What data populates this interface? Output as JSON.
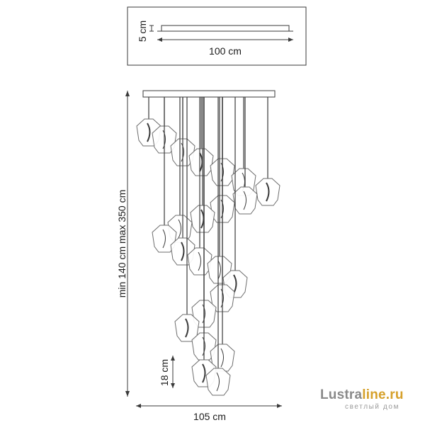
{
  "dimensions": {
    "canopy_height": "5 cm",
    "canopy_length": "100 cm",
    "total_height": "min 140 cm max 350 cm",
    "shade_height": "18 cm",
    "total_width": "105 cm"
  },
  "logo": {
    "brand_part1": "Lustra",
    "brand_part2": "line.ru",
    "tagline": "светлый дом"
  },
  "colors": {
    "line": "#3a3a3a",
    "shade_stroke": "#6e6e6e",
    "logo_gray": "#8a8a8a",
    "logo_accent": "#d6a02a"
  }
}
